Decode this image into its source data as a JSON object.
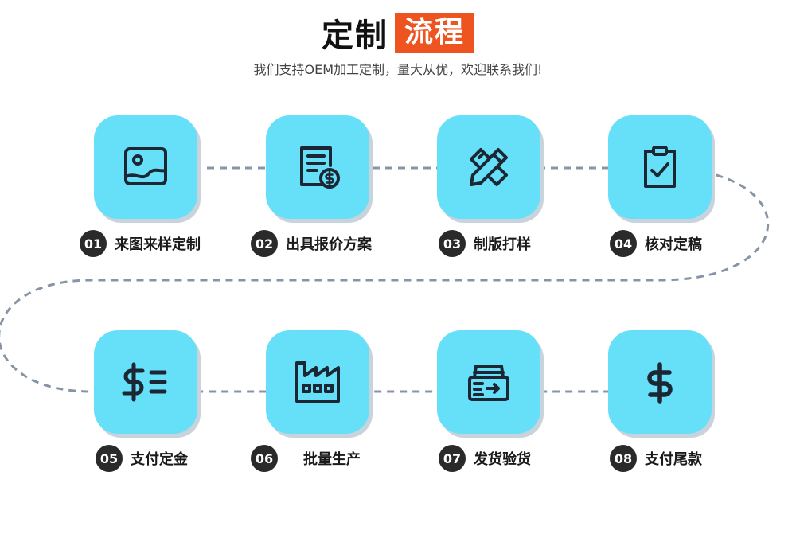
{
  "header": {
    "title_plain": "定制",
    "title_highlight": "流程",
    "subtitle": "我们支持OEM加工定制，量大从优，欢迎联系我们!"
  },
  "colors": {
    "accent": "#ee5420",
    "tile": "#66dff8",
    "dash": "#8794a6",
    "badge": "#2a2a2a"
  },
  "steps": [
    {
      "num": "01",
      "label": "来图来样定制",
      "icon": "image-icon"
    },
    {
      "num": "02",
      "label": "出具报价方案",
      "icon": "quote-document-icon"
    },
    {
      "num": "03",
      "label": "制版打样",
      "icon": "pencil-ruler-icon"
    },
    {
      "num": "04",
      "label": "核对定稿",
      "icon": "clipboard-check-icon"
    },
    {
      "num": "05",
      "label": "支付定金",
      "icon": "dollar-list-icon"
    },
    {
      "num": "06",
      "label": "批量生产",
      "icon": "factory-icon"
    },
    {
      "num": "07",
      "label": "发货验货",
      "icon": "delivery-box-icon"
    },
    {
      "num": "08",
      "label": "支付尾款",
      "icon": "dollar-icon"
    }
  ]
}
